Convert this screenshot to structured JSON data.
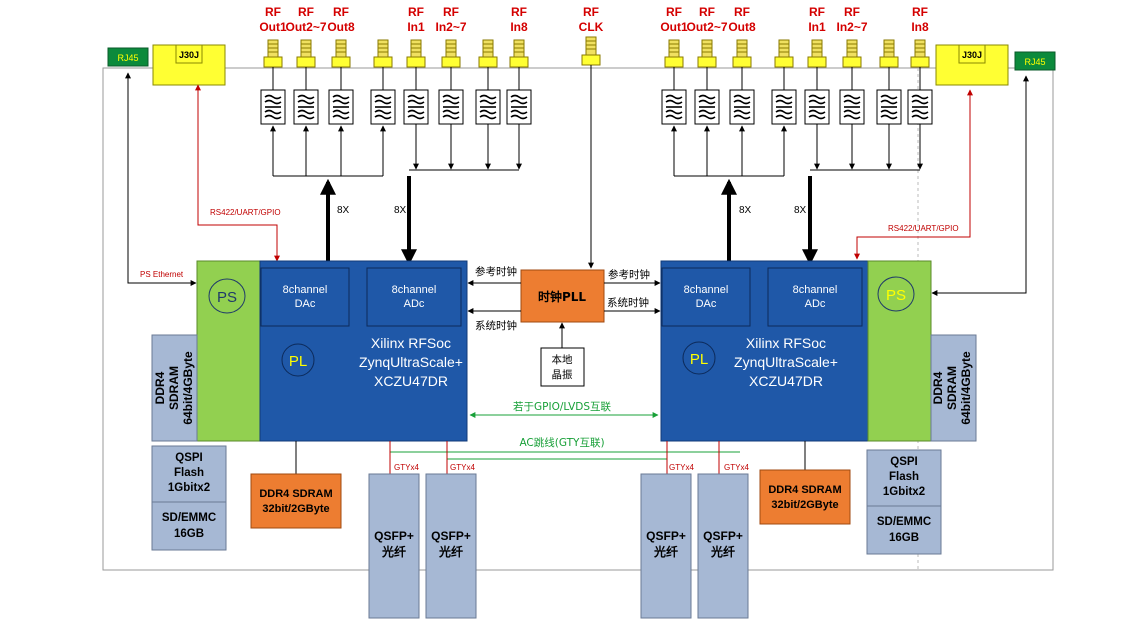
{
  "rf_labels": {
    "left": [
      [
        "RF",
        "Out1"
      ],
      [
        "RF",
        "Out2~7"
      ],
      [
        "RF",
        "Out8"
      ],
      [
        "RF",
        "In1"
      ],
      [
        "RF",
        "In2~7"
      ],
      [
        "RF",
        "In8"
      ]
    ],
    "clk": [
      "RF",
      "CLK"
    ],
    "right": [
      [
        "RF",
        "Out1"
      ],
      [
        "RF",
        "Out2~7"
      ],
      [
        "RF",
        "Out8"
      ],
      [
        "RF",
        "In1"
      ],
      [
        "RF",
        "In2~7"
      ],
      [
        "RF",
        "In8"
      ]
    ]
  },
  "connectors": {
    "rj45_left": "RJ45",
    "j30j_left": "J30J",
    "rj45_right": "RJ45",
    "j30j_right": "J30J"
  },
  "links": {
    "rs422_left": "RS422/UART/GPIO",
    "ps_ethernet": "PS Ethernet",
    "rs422_right": "RS422/UART/GPIO",
    "bus_8x": "8X"
  },
  "fpga": {
    "dac_block": [
      "8channel",
      "DAc"
    ],
    "adc_block": [
      "8channel",
      "ADc"
    ],
    "ps": "PS",
    "pl": "PL",
    "chip": [
      "Xilinx RFSoc",
      "ZynqUltraScale+",
      "XCZU47DR"
    ]
  },
  "pll": {
    "label": "时钟PLL",
    "ref_clock": "参考时钟",
    "sys_clock": "系统时钟",
    "xtal": [
      "本地",
      "晶振"
    ]
  },
  "interconnect": {
    "gpio_lvds": "若于GPIO/LVDS互联",
    "ac_gty": "AC跳线(GTY互联)",
    "gty": "GTYx4"
  },
  "memory": {
    "ddr4_side": [
      "DDR4",
      "SDRAM",
      "64bit/4GByte"
    ],
    "qspi": [
      "QSPI",
      "Flash",
      "1Gbitx2"
    ],
    "emmc": [
      "SD/EMMC",
      "16GB"
    ],
    "ddr4_pl": [
      "DDR4 SDRAM",
      "32bit/2GByte"
    ],
    "qsfp": [
      "QSFP+",
      "光纤"
    ]
  },
  "colors": {
    "chip_blue": "#1f58a8",
    "ps_green": "#92d050",
    "pll_orange": "#ed7d31",
    "mem_gray": "#a6b8d4",
    "connector_yellow": "#ffff33",
    "rj45_green": "#0c8a3c",
    "link_green": "#18a038",
    "label_red": "#d40000"
  }
}
